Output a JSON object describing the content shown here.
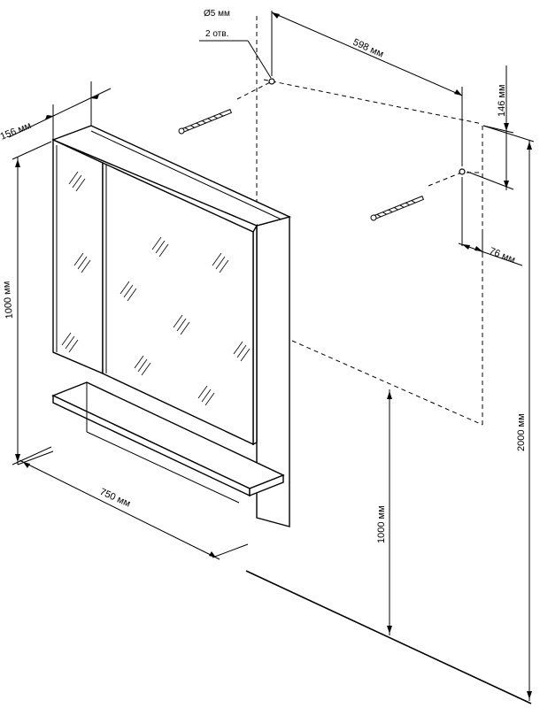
{
  "dimensions": {
    "hole_label": "Ø5 мм",
    "holes_count": "2 отв.",
    "hole_spacing": "598 мм",
    "top_offset": "146 мм",
    "side_offset": "76 мм",
    "depth": "156 мм",
    "height": "1000 мм",
    "width": "750 мм",
    "mount_height": "1000 мм",
    "total_height": "2000 мм"
  }
}
